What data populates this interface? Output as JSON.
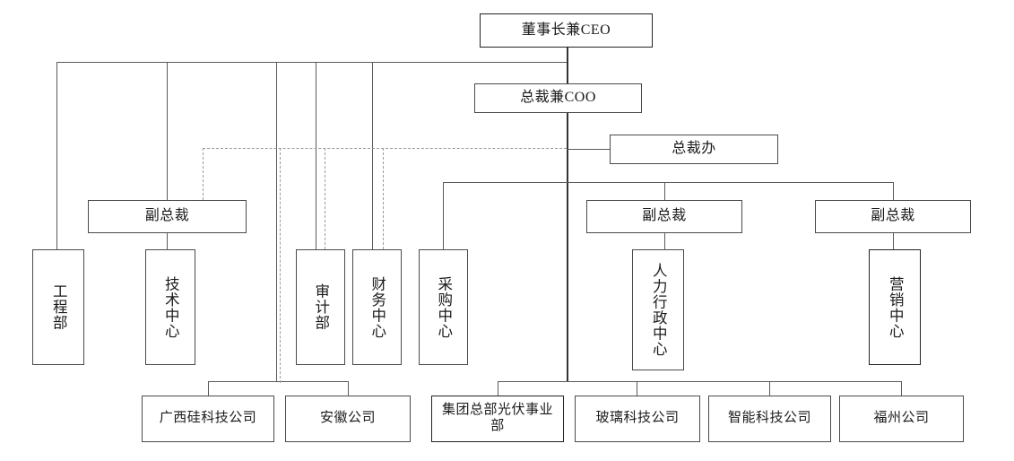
{
  "chart": {
    "type": "org-chart",
    "title": "",
    "orientation": "top-down",
    "nodes": {
      "ceo": {
        "label": "董事长兼CEO"
      },
      "coo": {
        "label": "总裁兼COO"
      },
      "presidents_office": {
        "label": "总裁办"
      },
      "vp_left": {
        "label": "副总裁"
      },
      "vp_mid": {
        "label": "副总裁"
      },
      "vp_right": {
        "label": "副总裁"
      },
      "engineering": {
        "label": "工程部"
      },
      "tech_center": {
        "label": "技术中心"
      },
      "audit": {
        "label": "审计部"
      },
      "finance": {
        "label": "财务中心"
      },
      "procurement": {
        "label": "采购中心"
      },
      "hr_admin": {
        "label": "人力行政中心"
      },
      "marketing": {
        "label": "营销中心"
      },
      "guangxi": {
        "label": "广西硅科技公司"
      },
      "anhui": {
        "label": "安徽公司"
      },
      "pv_division": {
        "label": "集团总部光伏事业部"
      },
      "glass_tech": {
        "label": "玻璃科技公司"
      },
      "smart_tech": {
        "label": "智能科技公司"
      },
      "fuzhou": {
        "label": "福州公司"
      }
    },
    "colors": {
      "box_border": "#4a4a4a",
      "connector": "#5a5a5a",
      "dashed_connector": "#9b9b9b",
      "background": "#ffffff",
      "text": "#1a1a1a"
    }
  }
}
